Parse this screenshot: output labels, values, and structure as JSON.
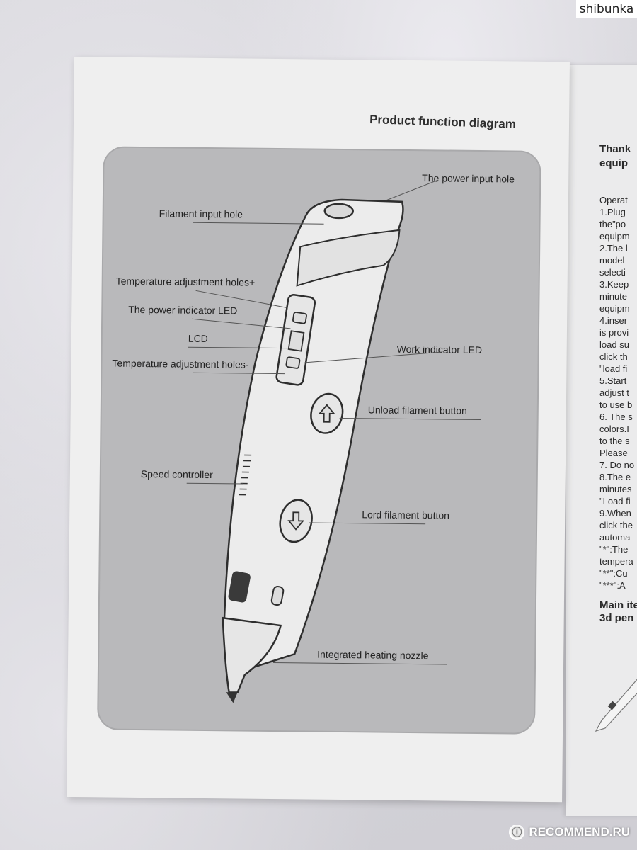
{
  "watermark_top": "shibunka",
  "manual": {
    "title": "Product function diagram",
    "labels": {
      "power_input_hole": "The power input hole",
      "filament_input_hole": "Filament input hole",
      "temp_plus": "Temperature adjustment holes+",
      "power_led": "The power indicator LED",
      "lcd": "LCD",
      "work_led": "Work indicator LED",
      "temp_minus": "Temperature adjustment holes-",
      "unload_button": "Unload filament button",
      "speed_controller": "Speed controller",
      "load_button": "Lord filament button",
      "heating_nozzle": "Integrated heating nozzle"
    }
  },
  "right_page": {
    "lines": [
      "Thank",
      "equip",
      "Operat",
      "1.Plug",
      "the\"po",
      "equipm",
      "2.The l",
      "model",
      "selecti",
      "3.Keep",
      "minute",
      "equipm",
      "4.inser",
      "is provi",
      "load su",
      "click th",
      "\"load fi",
      "5.Start",
      "adjust t",
      "to use b",
      "6. The s",
      "colors.I",
      "to the s",
      "Please",
      "7. Do no",
      "8.The e",
      "minutes",
      "\"Load fi",
      "9.When",
      "click the",
      "automa",
      "\"*\":The",
      "tempera",
      "\"**\":Cu",
      "\"***\":A",
      "Main ite",
      "3d pen"
    ]
  },
  "watermark_bottom": "RECOMMEND.RU",
  "watermark_icon": "recommend-logo-icon"
}
